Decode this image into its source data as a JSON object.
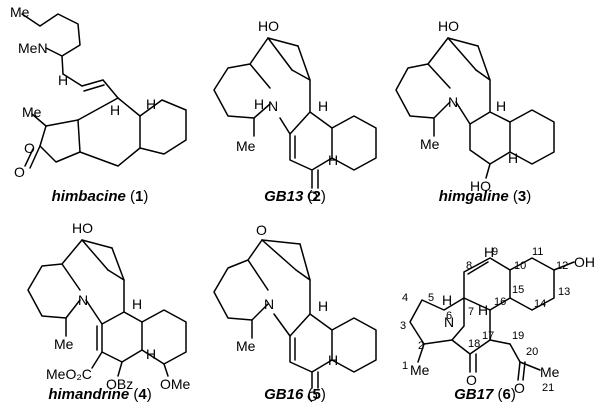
{
  "compounds": [
    {
      "name": "himbacine",
      "number": "1",
      "labels": {
        "methyl_top": "Me",
        "amine": "MeN",
        "h_top": "H",
        "h_left": "H",
        "h_right": "H",
        "methyl_lactone": "Me",
        "ring_o": "O",
        "carbonyl_o": "O"
      }
    },
    {
      "name": "GB13",
      "number": "2",
      "labels": {
        "hydroxyl": "HO",
        "amine": "N",
        "amine_h": "H",
        "h_top": "H",
        "h_bottom": "H",
        "methyl": "Me",
        "carbonyl_o": "O"
      }
    },
    {
      "name": "himgaline",
      "number": "3",
      "labels": {
        "hydroxyl": "HO",
        "nitrogen": "N",
        "h_top": "H",
        "h_bottom": "H",
        "methyl": "Me",
        "hydroxyl_bottom": "HO"
      }
    },
    {
      "name": "himandrine",
      "number": "4",
      "labels": {
        "hydroxyl": "HO",
        "nitrogen": "N",
        "h_top": "H",
        "h_bottom": "H",
        "methyl": "Me",
        "ester": "MeO₂C",
        "benzoate": "OBz",
        "methoxy": "OMe"
      }
    },
    {
      "name": "GB16",
      "number": "5",
      "labels": {
        "ketone_o": "O",
        "nitrogen": "N",
        "h_top": "H",
        "h_bottom": "H",
        "methyl": "Me",
        "carbonyl_o": "O"
      }
    },
    {
      "name": "GB17",
      "number": "6",
      "labels": {
        "hydroxyl": "OH",
        "nitrogen": "N",
        "h_top": "H",
        "h_mid": "H",
        "h_bottom": "H",
        "methyl": "Me",
        "lactam_o": "O",
        "ketone_o": "O",
        "acetyl_me": "Me"
      },
      "atom_numbers": [
        "1",
        "2",
        "3",
        "4",
        "5",
        "6",
        "7",
        "8",
        "9",
        "10",
        "11",
        "12",
        "13",
        "14",
        "15",
        "16",
        "17",
        "18",
        "19",
        "20",
        "21"
      ]
    }
  ]
}
